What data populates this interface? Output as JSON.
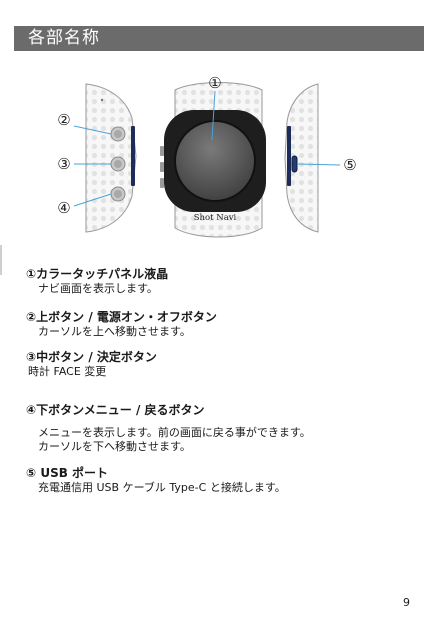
{
  "title": "各部名称",
  "figure": {
    "callouts": [
      "①",
      "②",
      "③",
      "④",
      "⑤"
    ],
    "watch_brand": "Shot Navi"
  },
  "sections": [
    {
      "head": "①カラータッチパネル液晶",
      "lines": [
        "ナビ画面を表示します。"
      ]
    },
    {
      "head": "②上ボタン / 電源オン・オフボタン",
      "lines": [
        "カーソルを上へ移動させます。"
      ]
    },
    {
      "head": "③中ボタン / 決定ボタン",
      "lines": [
        "時計 FACE 変更"
      ]
    },
    {
      "head": "④下ボタンメニュー / 戻るボタン",
      "lines": [
        "メニューを表示します。前の画面に戻る事ができます。",
        "カーソルを下へ移動させます。"
      ]
    },
    {
      "head": "⑤ USB ポート",
      "lines": [
        "充電通信用 USB ケーブル Type-C と接続します。"
      ]
    }
  ],
  "page_number": "9"
}
